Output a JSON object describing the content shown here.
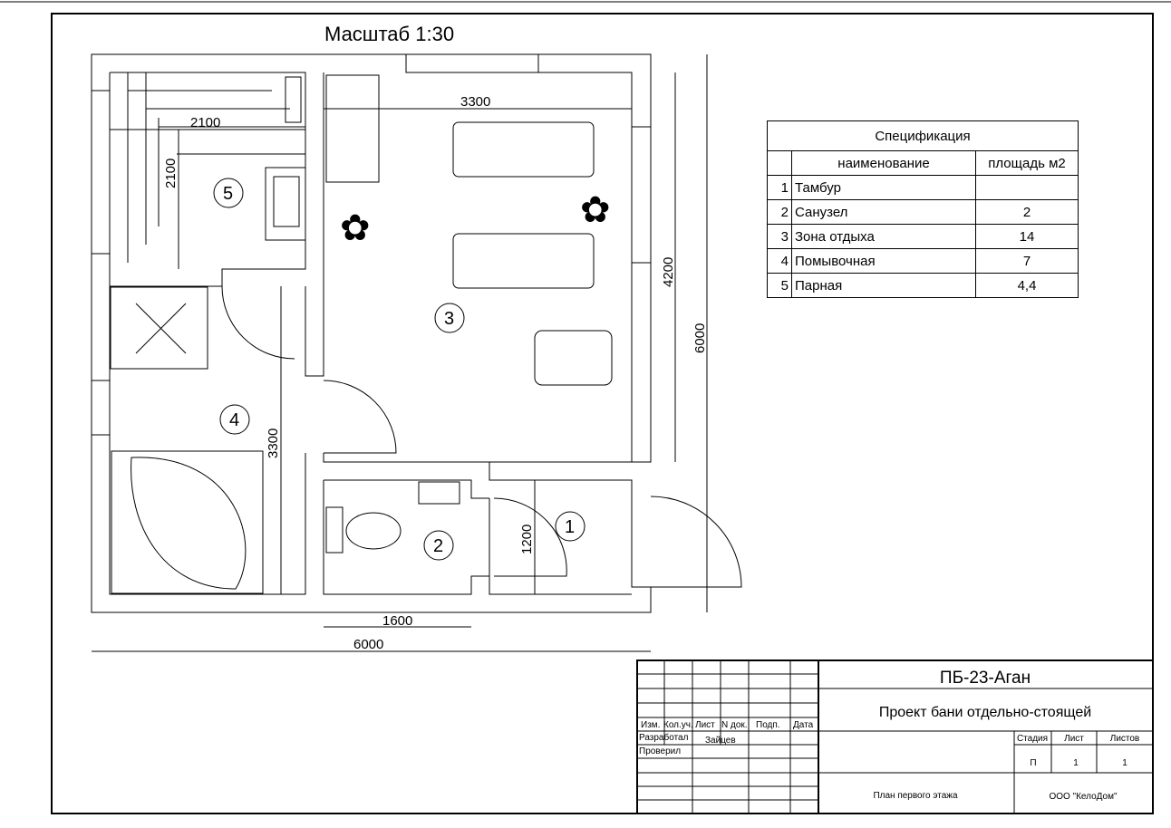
{
  "scale_title": "Масштаб 1:30",
  "dimensions": {
    "rest_width": "3300",
    "sauna_width": "2100",
    "sauna_depth": "2100",
    "rest_depth": "4200",
    "total_depth": "6000",
    "wash_depth": "3300",
    "bath_depth": "1200",
    "bath_width": "1600",
    "total_width": "6000"
  },
  "rooms": [
    "1",
    "2",
    "3",
    "4",
    "5"
  ],
  "specification": {
    "title": "Спецификация",
    "col_name": "наименование",
    "col_area": "площадь м2",
    "rows": [
      {
        "num": "1",
        "name": "Тамбур",
        "area": ""
      },
      {
        "num": "2",
        "name": "Санузел",
        "area": "2"
      },
      {
        "num": "3",
        "name": "Зона отдыха",
        "area": "14"
      },
      {
        "num": "4",
        "name": "Помывочная",
        "area": "7"
      },
      {
        "num": "5",
        "name": "Парная",
        "area": "4,4"
      }
    ]
  },
  "title_block": {
    "code": "ПБ-23-Аган",
    "project": "Проект бани отдельно-стоящей",
    "cols": [
      "Изм.",
      "Кол.уч.",
      "Лист",
      "N док.",
      "Подп.",
      "Дата"
    ],
    "developed_label": "Разработал",
    "developer": "Зайцев",
    "checked_label": "Проверил",
    "stage_label": "Стадия",
    "sheet_label": "Лист",
    "sheets_label": "Листов",
    "stage": "П",
    "sheet": "1",
    "sheets": "1",
    "drawing": "План первого этажа",
    "company": "ООО \"КелоДом\""
  }
}
